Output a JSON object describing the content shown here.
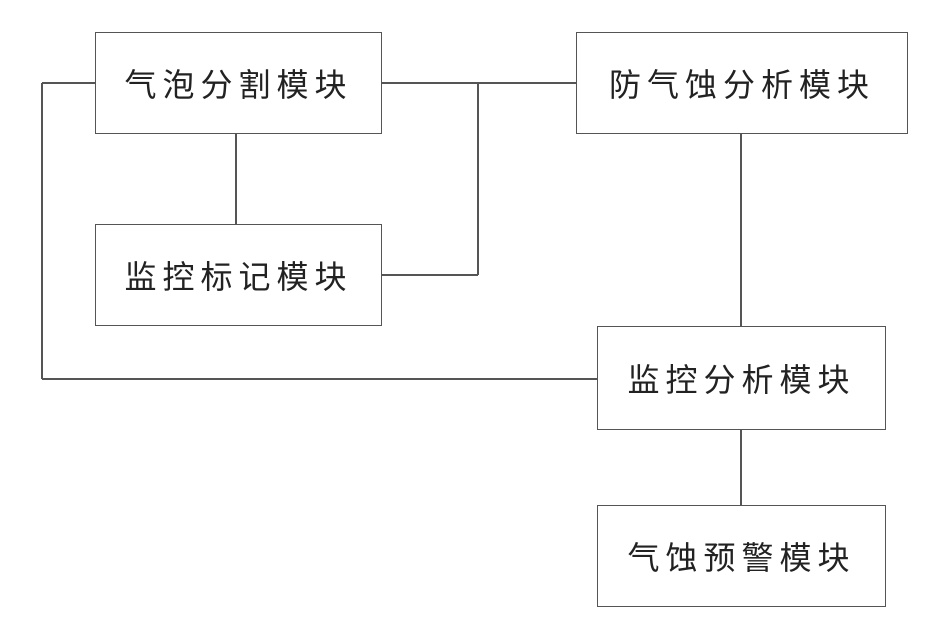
{
  "modules": {
    "bubble_segmentation": "气泡分割模块",
    "anti_cavitation_analysis": "防气蚀分析模块",
    "monitoring_marking": "监控标记模块",
    "monitoring_analysis": "监控分析模块",
    "cavitation_warning": "气蚀预警模块"
  }
}
